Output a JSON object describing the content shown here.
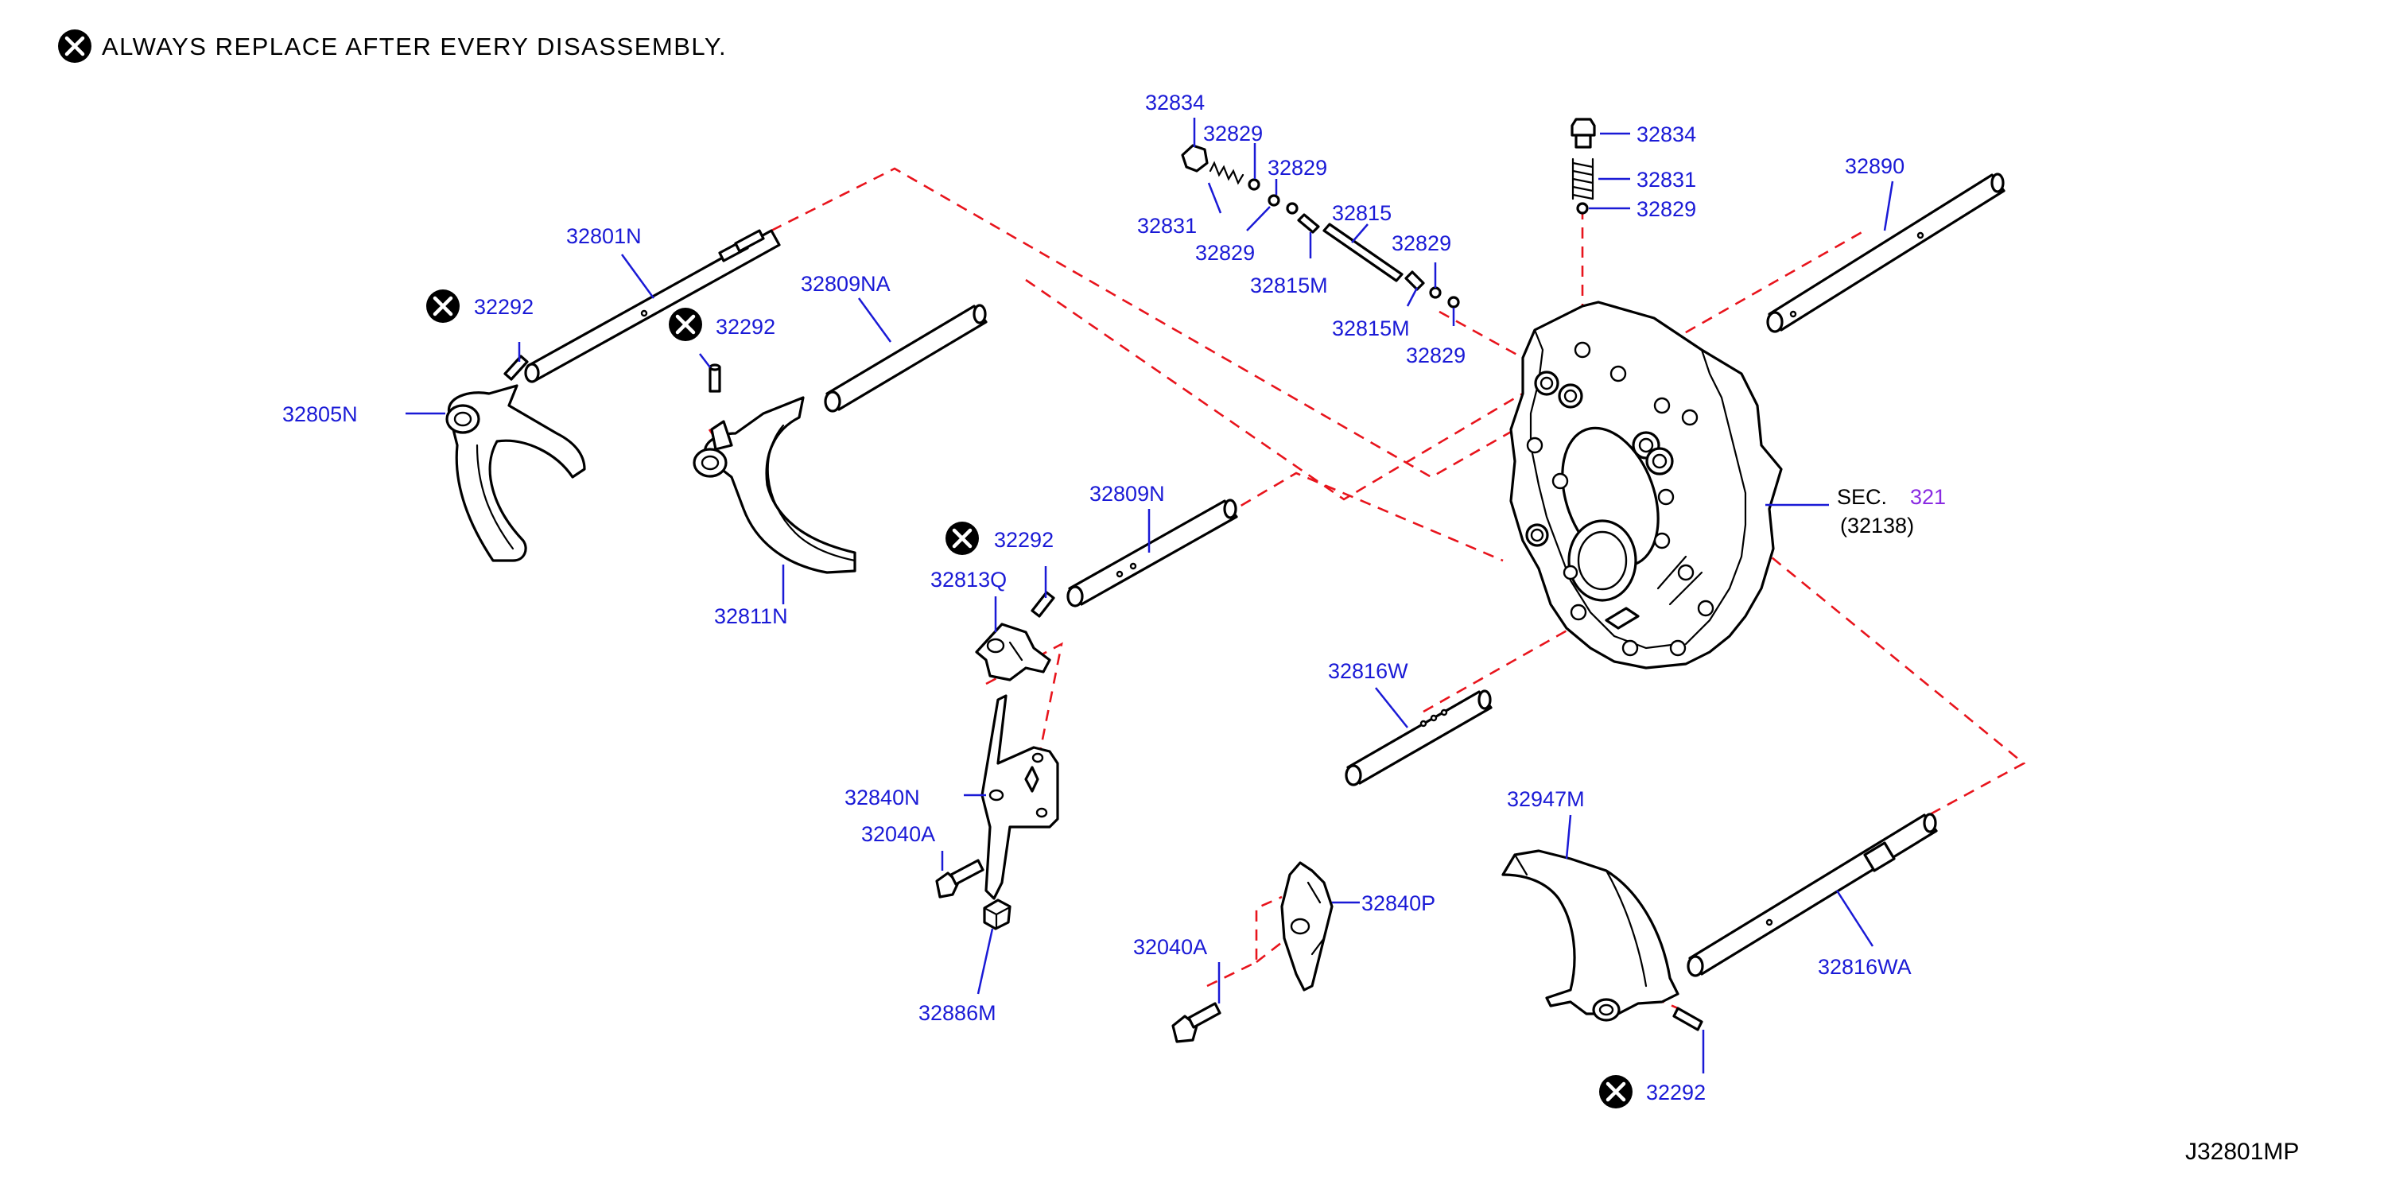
{
  "notice": {
    "text": "ALWAYS  REPLACE  AFTER  EVERY  DISASSEMBLY.",
    "symbol": "replace-after-disassembly-icon"
  },
  "diagram_code": "J32801MP",
  "section_ref": {
    "prefix": "SEC.",
    "number": "321",
    "part": "(32138)"
  },
  "parts": [
    {
      "id": "32834",
      "label": "32834"
    },
    {
      "id": "32829",
      "label": "32829"
    },
    {
      "id": "32831",
      "label": "32831"
    },
    {
      "id": "32815",
      "label": "32815"
    },
    {
      "id": "32815M",
      "label": "32815M"
    },
    {
      "id": "32890",
      "label": "32890"
    },
    {
      "id": "32801N",
      "label": "32801N"
    },
    {
      "id": "32292",
      "label": "32292"
    },
    {
      "id": "32809NA",
      "label": "32809NA"
    },
    {
      "id": "32805N",
      "label": "32805N"
    },
    {
      "id": "32811N",
      "label": "32811N"
    },
    {
      "id": "32809N",
      "label": "32809N"
    },
    {
      "id": "32813Q",
      "label": "32813Q"
    },
    {
      "id": "32816W",
      "label": "32816W"
    },
    {
      "id": "32840N",
      "label": "32840N"
    },
    {
      "id": "32040A",
      "label": "32040A"
    },
    {
      "id": "32886M",
      "label": "32886M"
    },
    {
      "id": "32947M",
      "label": "32947M"
    },
    {
      "id": "32840P",
      "label": "32840P"
    },
    {
      "id": "32816WA",
      "label": "32816WA"
    }
  ],
  "colors": {
    "label": "#1a1ad6",
    "dashed_line": "#e8141c",
    "section_number": "#8a2be2",
    "outline": "#000000"
  }
}
